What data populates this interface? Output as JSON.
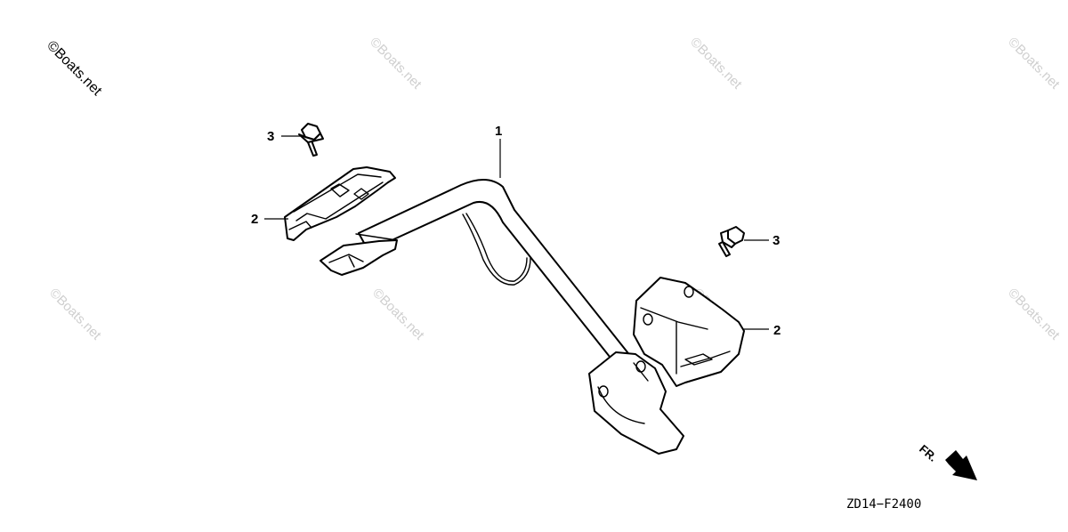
{
  "watermarks": {
    "main": "©Boats.net",
    "faint": "©Boats.net"
  },
  "callouts": {
    "stay": "1",
    "cover_left": "2",
    "cover_right": "2",
    "bolt_left": "3",
    "bolt_right": "3"
  },
  "direction": {
    "label": "FR."
  },
  "figure_code": "ZD14−F2400"
}
